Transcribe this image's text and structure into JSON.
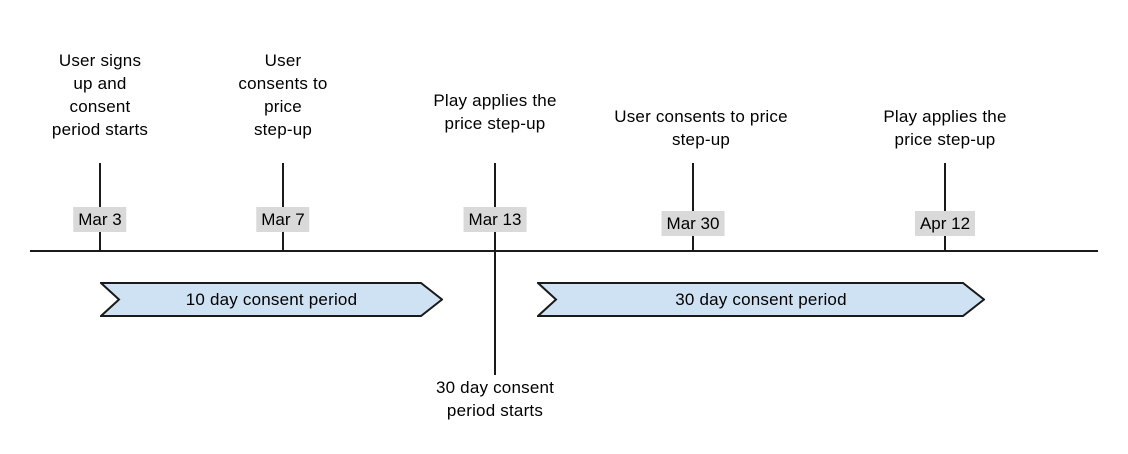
{
  "colors": {
    "background": "#ffffff",
    "text": "#000000",
    "line": "#1a1a1a",
    "date_bg": "#d9d9d9",
    "banner_fill": "#cfe2f3",
    "banner_border": "#1a1a1a"
  },
  "events": [
    {
      "label": "User signs\nup and\nconsent\nperiod starts",
      "date": "Mar 3"
    },
    {
      "label": "User\nconsents to\nprice\nstep-up",
      "date": "Mar 7"
    },
    {
      "label": "Play applies the\nprice step-up",
      "date": "Mar 13"
    },
    {
      "label": "User consents to price\nstep-up",
      "date": "Mar 30"
    },
    {
      "label": "Play applies the\nprice step-up",
      "date": "Apr 12"
    }
  ],
  "periods": [
    {
      "label": "10 day consent period"
    },
    {
      "label": "30 day consent period"
    }
  ],
  "note": "30 day consent\nperiod starts"
}
